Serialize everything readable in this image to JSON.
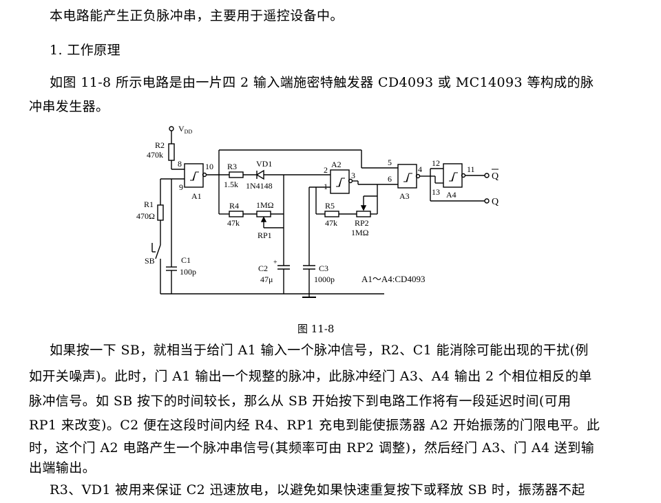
{
  "text": {
    "intro": "本电路能产生正负脉冲串，主要用于遥控设备中。",
    "heading": "1. 工作原理",
    "desc1": "如图 11-8 所示电路是由一片四 2 输入端施密特触发器 CD4093 或 MC14093 等构成的脉",
    "desc2": "冲串发生器。",
    "caption": "图 11-8",
    "body": [
      "如果按一下 SB，就相当于给门 A1 输入一个脉冲信号，R2、C1 能消除可能出现的干扰(例",
      "如开关噪声)。此时，门 A1 输出一个规整的脉冲，此脉冲经门 A3、A4 输出 2 个相位相反的单",
      "脉冲信号。如 SB 按下的时间较长，那么从 SB 开始按下到电路工作将有一段延迟时间(可用",
      "RP1 来改变)。C2 便在这段时间内经 R4、RP1 充电到能使振荡器 A2 开始振荡的门限电平。此",
      "时，这个门 A2 电路产生一个脉冲串信号(其频率可由 RP2 调整)，然后经门 A3、门 A4 送到输",
      "出端输出。",
      "R3、VD1 被用来保证 C2 迅速放电，以避免如果快速重复按下或释放 SB 时，振荡器不起"
    ]
  },
  "circuit": {
    "vdd": "V",
    "vdd_sub": "DD",
    "R2": "R2",
    "R2_val": "470k",
    "R1": "R1",
    "R1_val": "470Ω",
    "SB": "SB",
    "C1": "C1",
    "C1_val": "100p",
    "A1": "A1",
    "A2": "A2",
    "A3": "A3",
    "A4": "A4",
    "pin8": "8",
    "pin9": "9",
    "pin10": "10",
    "pin2": "2",
    "pin1": "1",
    "pin3": "3",
    "pin5": "5",
    "pin6": "6",
    "pin4": "4",
    "pin12": "12",
    "pin13": "13",
    "pin11": "11",
    "R3": "R3",
    "R3_val": "1.5k",
    "VD1": "VD1",
    "VD1_val": "1N4148",
    "R4": "R4",
    "R4_val": "47k",
    "RP1_val": "1MΩ",
    "RP1": "RP1",
    "R5": "R5",
    "R5_val": "47k",
    "RP2": "RP2",
    "RP2_val": "1MΩ",
    "C2": "C2",
    "C2_val": "47μ",
    "C3": "C3",
    "C3_val": "1000p",
    "note": "A1～A4:CD4093",
    "Qbar": "Q",
    "Q": "Q"
  }
}
